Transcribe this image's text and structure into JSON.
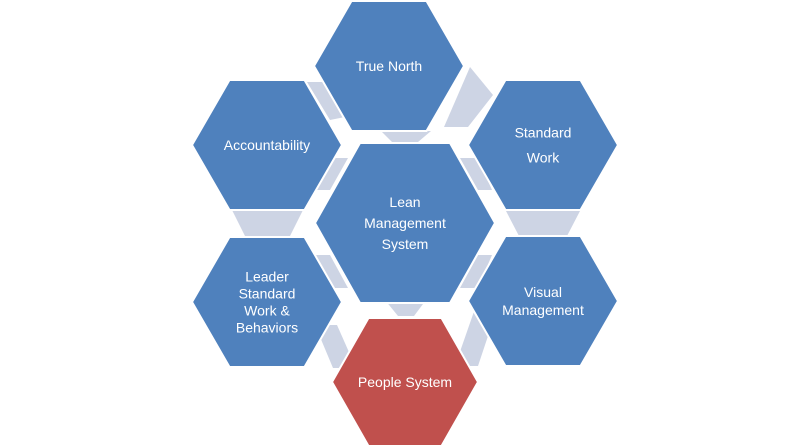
{
  "colors": {
    "hex_blue": "#4f81bd",
    "hex_blue_stroke": "#ffffff",
    "hex_red": "#c0504d",
    "connector": "#cdd4e4",
    "text": "#ffffff",
    "background": "#ffffff"
  },
  "diagram": {
    "center": {
      "lines": [
        "Lean",
        "Management",
        "System"
      ]
    },
    "outer": [
      {
        "id": "true-north",
        "lines": [
          "True North"
        ]
      },
      {
        "id": "standard-work",
        "lines": [
          "Standard",
          "Work"
        ]
      },
      {
        "id": "visual-management",
        "lines": [
          "Visual",
          "Management"
        ]
      },
      {
        "id": "people-system",
        "lines": [
          "People System"
        ]
      },
      {
        "id": "leader-standard-work",
        "lines": [
          "Leader",
          "Standard",
          "Work &",
          "Behaviors"
        ]
      },
      {
        "id": "accountability",
        "lines": [
          "Accountability"
        ]
      }
    ]
  }
}
